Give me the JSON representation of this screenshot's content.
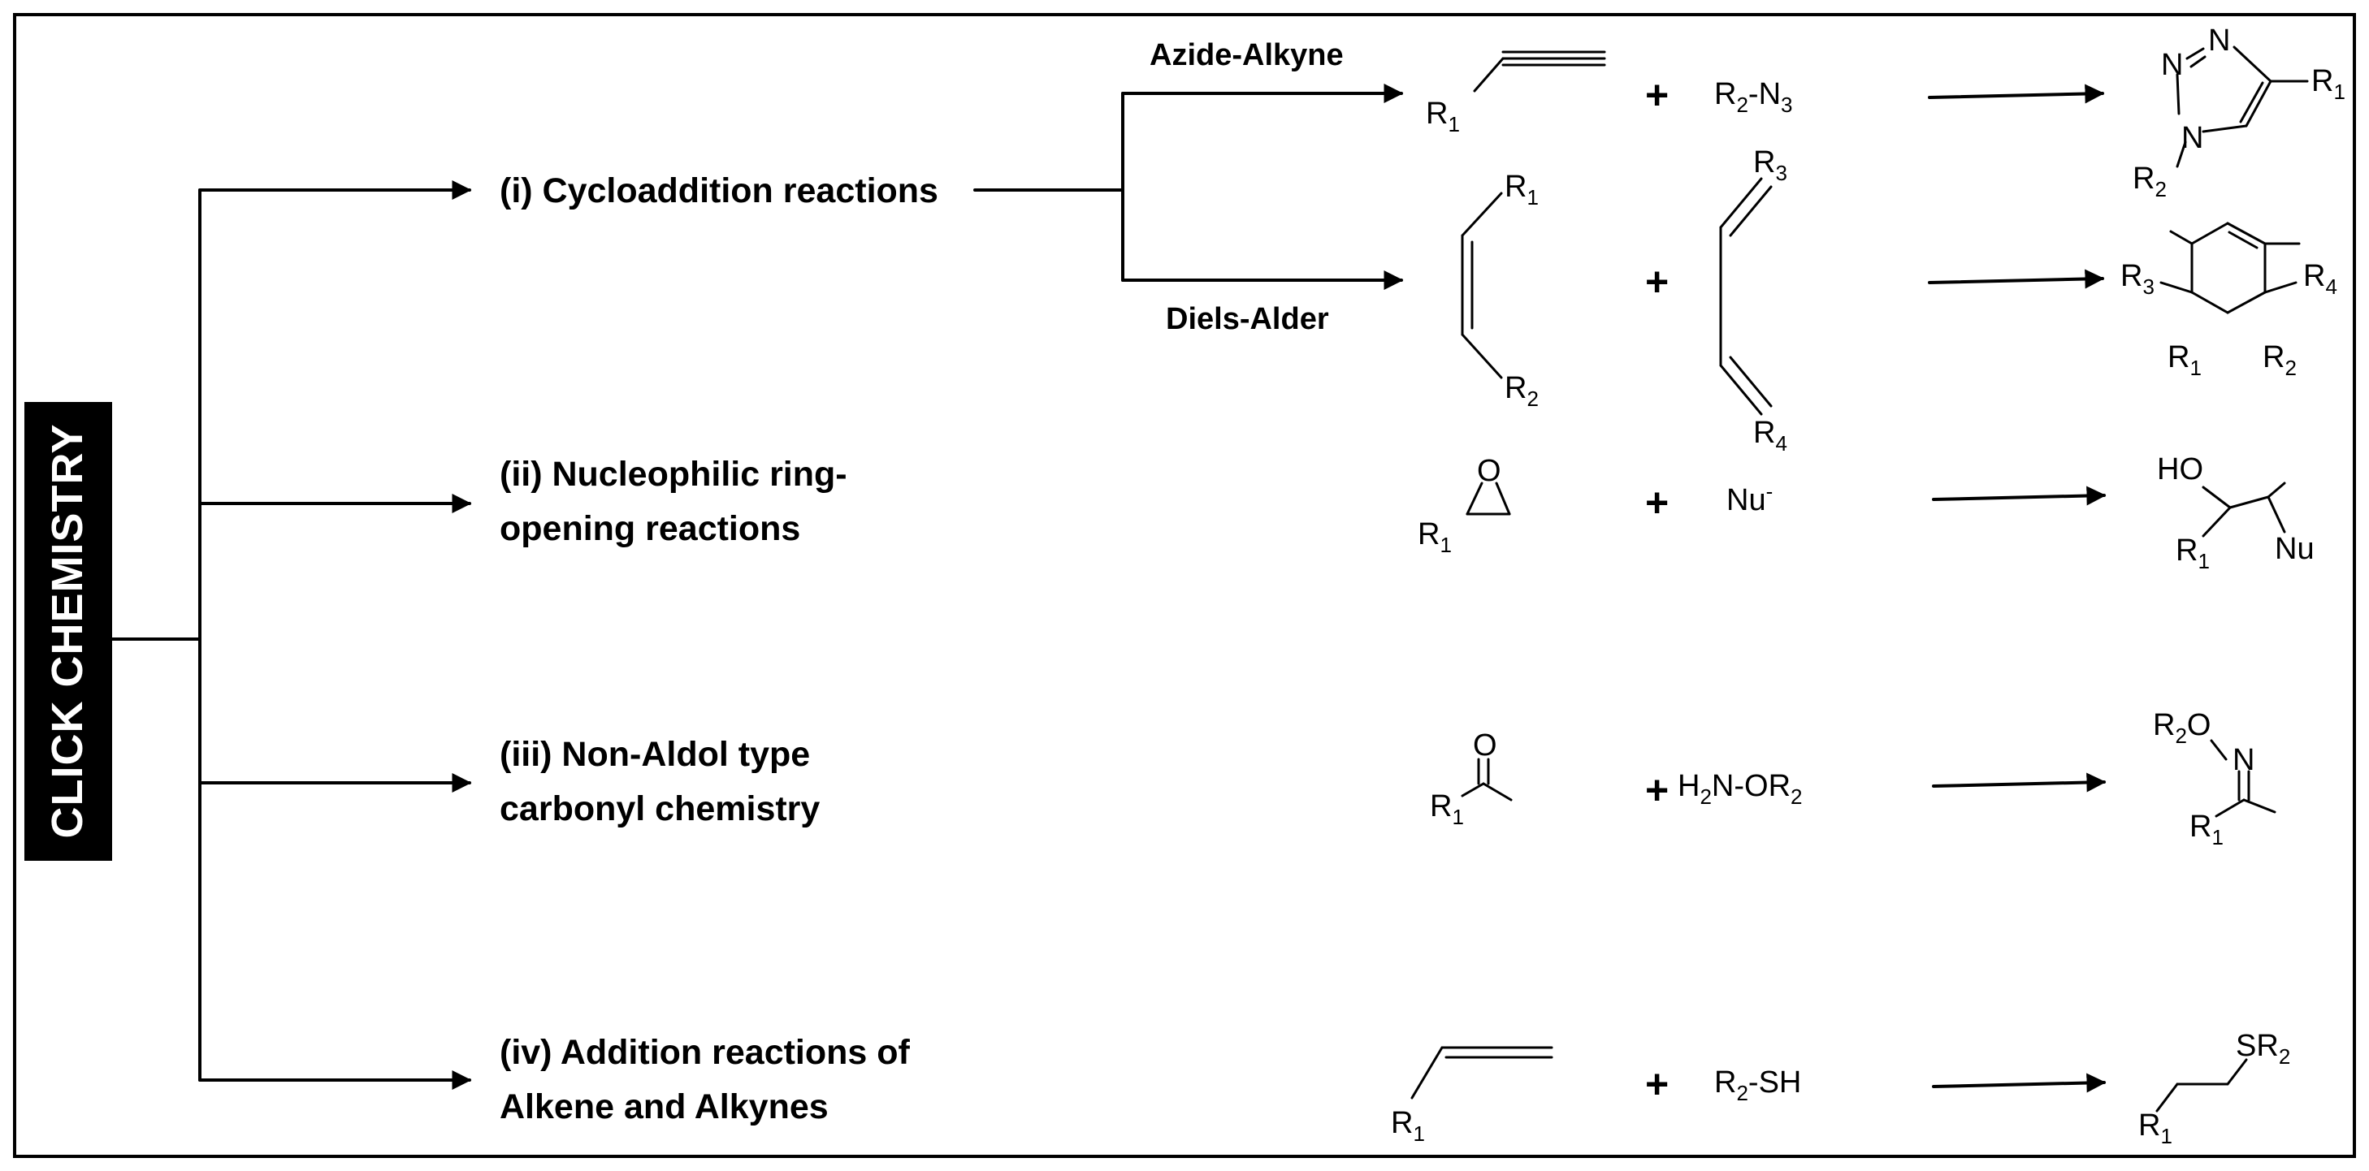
{
  "root": "CLICK CHEMISTRY",
  "categories": [
    {
      "line1": "(i) Cycloaddition reactions",
      "line2": ""
    },
    {
      "line1": "(ii) Nucleophilic ring-",
      "line2": "opening reactions"
    },
    {
      "line1": "(iii) Non-Aldol type",
      "line2": "carbonyl chemistry"
    },
    {
      "line1": "(iv) Addition reactions of",
      "line2": "Alkene and Alkynes"
    }
  ],
  "subreactions": [
    "Azide-Alkyne",
    "Diels-Alder"
  ],
  "plus": "+",
  "labels": {
    "R": "R",
    "sub": {
      "1": "1",
      "2": "2",
      "3": "3",
      "4": "4"
    },
    "N": "N",
    "dash_N": "-N",
    "dash_OR": "-OR",
    "nu": "Nu",
    "nu_charge": "-",
    "ho": "HO",
    "O": "O",
    "h": "H",
    "dash_SH": "-SH",
    "S": "S",
    "n3_sub": "3",
    "h2_sub": "2"
  }
}
